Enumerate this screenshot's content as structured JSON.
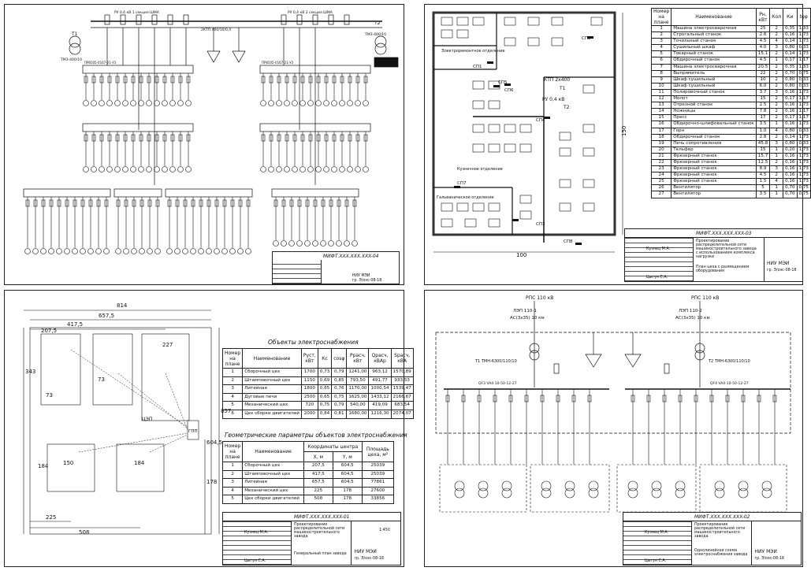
{
  "sheetA": {
    "table_title": "Наименование",
    "headers": [
      "Номер на плане",
      "Наименование",
      "Pн, кВт",
      "Кол",
      "Ки",
      "tgφ"
    ],
    "rows": [
      [
        "1",
        "Машина электросварочная",
        "25",
        "2",
        "0,35",
        "1,33"
      ],
      [
        "2",
        "Строгальный станок",
        "2.6",
        "2",
        "0,16",
        "1,73"
      ],
      [
        "3",
        "Точильный станок",
        "4.5",
        "4",
        "0,14",
        "1,73"
      ],
      [
        "4",
        "Сушильный шкаф",
        "4.0",
        "3",
        "0,80",
        "0,33"
      ],
      [
        "5",
        "Токарный станок",
        "15.1",
        "2",
        "0,14",
        "1,73"
      ],
      [
        "6",
        "Обдирочный станок",
        "4.5",
        "1",
        "0,17",
        "1,17"
      ],
      [
        "7",
        "Машина электросварочная",
        "20.5",
        "2",
        "0,35",
        "1,33"
      ],
      [
        "8",
        "Выпрямитель",
        "22",
        "2",
        "0,70",
        "0,75"
      ],
      [
        "9",
        "Шкаф сушильный",
        "10",
        "2",
        "0,80",
        "0,33"
      ],
      [
        "10",
        "Шкаф сушильный",
        "6.0",
        "2",
        "0,80",
        "0,33"
      ],
      [
        "11",
        "Полировочный станок",
        "3.7",
        "3",
        "0,16",
        "1,73"
      ],
      [
        "12",
        "Молот",
        "15",
        "2",
        "0,17",
        "1,17"
      ],
      [
        "13",
        "Отрезной станок",
        "2.5",
        "2",
        "0,16",
        "1,73"
      ],
      [
        "14",
        "Ножницы",
        "7.8",
        "2",
        "0,16",
        "1,17"
      ],
      [
        "15",
        "Пресс",
        "17",
        "2",
        "0,17",
        "1,17"
      ],
      [
        "16",
        "Обдирочно-шлифовальный станок",
        "3.5",
        "1",
        "0,16",
        "1,73"
      ],
      [
        "17",
        "Горн",
        "1.0",
        "4",
        "0,80",
        "0,33"
      ],
      [
        "18",
        "Обдирочный станок",
        "2.8",
        "2",
        "0,14",
        "1,73"
      ],
      [
        "19",
        "Печь сопротивления",
        "45.8",
        "3",
        "0,80",
        "0,33"
      ],
      [
        "20",
        "Тельфер",
        "15",
        "1",
        "0,20",
        "1,73"
      ],
      [
        "21",
        "Фрезерный станок",
        "15.7",
        "1",
        "0,16",
        "1,73"
      ],
      [
        "22",
        "Фрезерный станок",
        "12.5",
        "2",
        "0,16",
        "1,73"
      ],
      [
        "23",
        "Фрезерный станок",
        "8.9",
        "3",
        "0,16",
        "1,73"
      ],
      [
        "24",
        "Фрезерный станок",
        "4.5",
        "2",
        "0,16",
        "1,73"
      ],
      [
        "25",
        "Фрезерный станок",
        "1.5",
        "4",
        "0,16",
        "1,73"
      ],
      [
        "26",
        "Вентилятор",
        "5",
        "1",
        "0,70",
        "0,75"
      ],
      [
        "27",
        "Вентилятор",
        "3.5",
        "1",
        "0,70",
        "0,75"
      ]
    ],
    "plan_labels": {
      "ktp": "КТП 2х400",
      "t1": "Т1",
      "ru": "РУ 0,4 кВ",
      "t2": "Т2",
      "electro": "Электроремонтное отделение",
      "kuznech": "Кузнечное отделение",
      "galv": "Гальваническое отделение",
      "sp1": "СП1",
      "sp2": "СП2",
      "sp3": "СП3",
      "sp4": "СП4",
      "sp5": "СП5",
      "sp6": "СП6",
      "sp7": "СП7",
      "sp8": "СП8",
      "dim_w": "100",
      "dim_h": "150"
    },
    "stamp": {
      "code": "МИФТ.XXX.XXX.XXX-03",
      "title": "Проектирование распределительной сети машиностроительного завода с использованием комплекса нагрузки",
      "sheet": "План цеха с размещением оборудования",
      "org": "НИУ МЭИ",
      "group": "гр. Э/оэс-08-18",
      "dev": "Кузнец М.А.",
      "chk": "Цыгун С.А."
    }
  },
  "sheetB": {
    "obj_title": "Объекты электроснабжения",
    "obj_headers": [
      "Номер на плане",
      "Наименование",
      "Pуст, кВт",
      "Кс",
      "cosφ",
      "Pрасч, кВт",
      "Qрасч, кВАр",
      "Sрасч, кВА"
    ],
    "obj_rows": [
      [
        "1",
        "Сборочный цех",
        "1700",
        "0,73",
        "0,79",
        "1241,00",
        "963,12",
        "1570,89"
      ],
      [
        "2",
        "Штамповочный цех",
        "1150",
        "0,69",
        "0,85",
        "793,50",
        "491,77",
        "933,53"
      ],
      [
        "3",
        "Литейная",
        "1800",
        "0,65",
        "0,76",
        "1170,00",
        "1000,54",
        "1539,47"
      ],
      [
        "4",
        "Дуговые печи",
        "2500",
        "0,65",
        "0,75",
        "1625,00",
        "1433,12",
        "2166,67"
      ],
      [
        "5",
        "Механический цех",
        "720",
        "0,75",
        "0,79",
        "540,00",
        "419,09",
        "683,54"
      ],
      [
        "6",
        "Цех сборки двигателей",
        "2000",
        "0,84",
        "0,81",
        "1680,00",
        "1216,30",
        "2074,07"
      ]
    ],
    "geo_title": "Геометрические параметры объектов электроснабжения",
    "geo_headers": [
      "Номер на плане",
      "Наименование",
      "X, м",
      "Y, м",
      "Площадь цеха, м²"
    ],
    "geo_group": "Координаты центра",
    "geo_rows": [
      [
        "1",
        "Сборочный цех",
        "207,5",
        "604,5",
        "25039"
      ],
      [
        "2",
        "Штамповочный цех",
        "417,5",
        "604,5",
        "25039"
      ],
      [
        "3",
        "Литейная",
        "657,5",
        "604,5",
        "77861"
      ],
      [
        "4",
        "Механический цех",
        "225",
        "178",
        "27600"
      ],
      [
        "5",
        "Цех сборки двигателей",
        "508",
        "178",
        "33856"
      ]
    ],
    "dims": {
      "d814": "814",
      "d6575": "657,5",
      "d4175": "417,5",
      "d2075": "207,5",
      "d227": "227",
      "d343": "343",
      "d73a": "73",
      "d73b": "73",
      "d857": "857",
      "d6045": "604,5",
      "d178": "178",
      "d225": "225",
      "d508": "508",
      "d150": "150",
      "d184a": "184",
      "d184b": "184"
    },
    "labels": {
      "gpp": "ГПП",
      "tsep": "ЦЭП"
    },
    "stamp": {
      "code": "МИФТ.XXX.XXX.XXX-01",
      "title": "Проектирование распределительной сети машиностроительного завода",
      "sheet": "Генеральный план завода",
      "org": "НИУ МЭИ",
      "group": "гр. Э/оэс-08-18",
      "dev": "Кузнец М.А.",
      "chk": "Цыгун С.А.",
      "mass": "1:450"
    }
  },
  "sheetC": {
    "ru04": "РУ 0,4 кВ 1 секция ШМА",
    "ru04b": "РУ 0,4 кВ 2 секция ШМА",
    "ktp": "2КТП 400/10/0,4",
    "t1": "Т1",
    "t1type": "ТМЗ-400/10",
    "t2": "Т2",
    "t2type": "ТМЗ-400/10",
    "shr": "ПР8505-0167-21-У3",
    "stamp": {
      "code": "МИФТ.XXX.XXX.XXX-04",
      "org": "НИУ МЭИ",
      "group": "гр. Э/оэс-08-18"
    }
  },
  "sheetD": {
    "rps1": "РПС 110 кВ",
    "rps2": "РПС 110 кВ",
    "lep1": "ЛЭП 110-1",
    "lep2": "ЛЭП 110-2",
    "wire1": "АС(3х35) 10 км",
    "wire2": "АС(3х35) 10 км",
    "t1": "Т1 ТМН-6300/110/10",
    "t2": "Т2 ТМН-6300/110/10",
    "qf1": "QF3 VA4-10-50-12-27",
    "qf2": "QF4 VA4-10-50-12-27",
    "stamp": {
      "code": "МИФТ.XXX.XXX.XXX-02",
      "title": "Проектирование распределительной сети машиностроительного завода",
      "sheet": "Однолинейная схема электроснабжения завода",
      "org": "НИУ МЭИ",
      "group": "гр. Э/оэс-08-18",
      "dev": "Кузнец М.А.",
      "chk": "Цыгун С.А."
    }
  }
}
